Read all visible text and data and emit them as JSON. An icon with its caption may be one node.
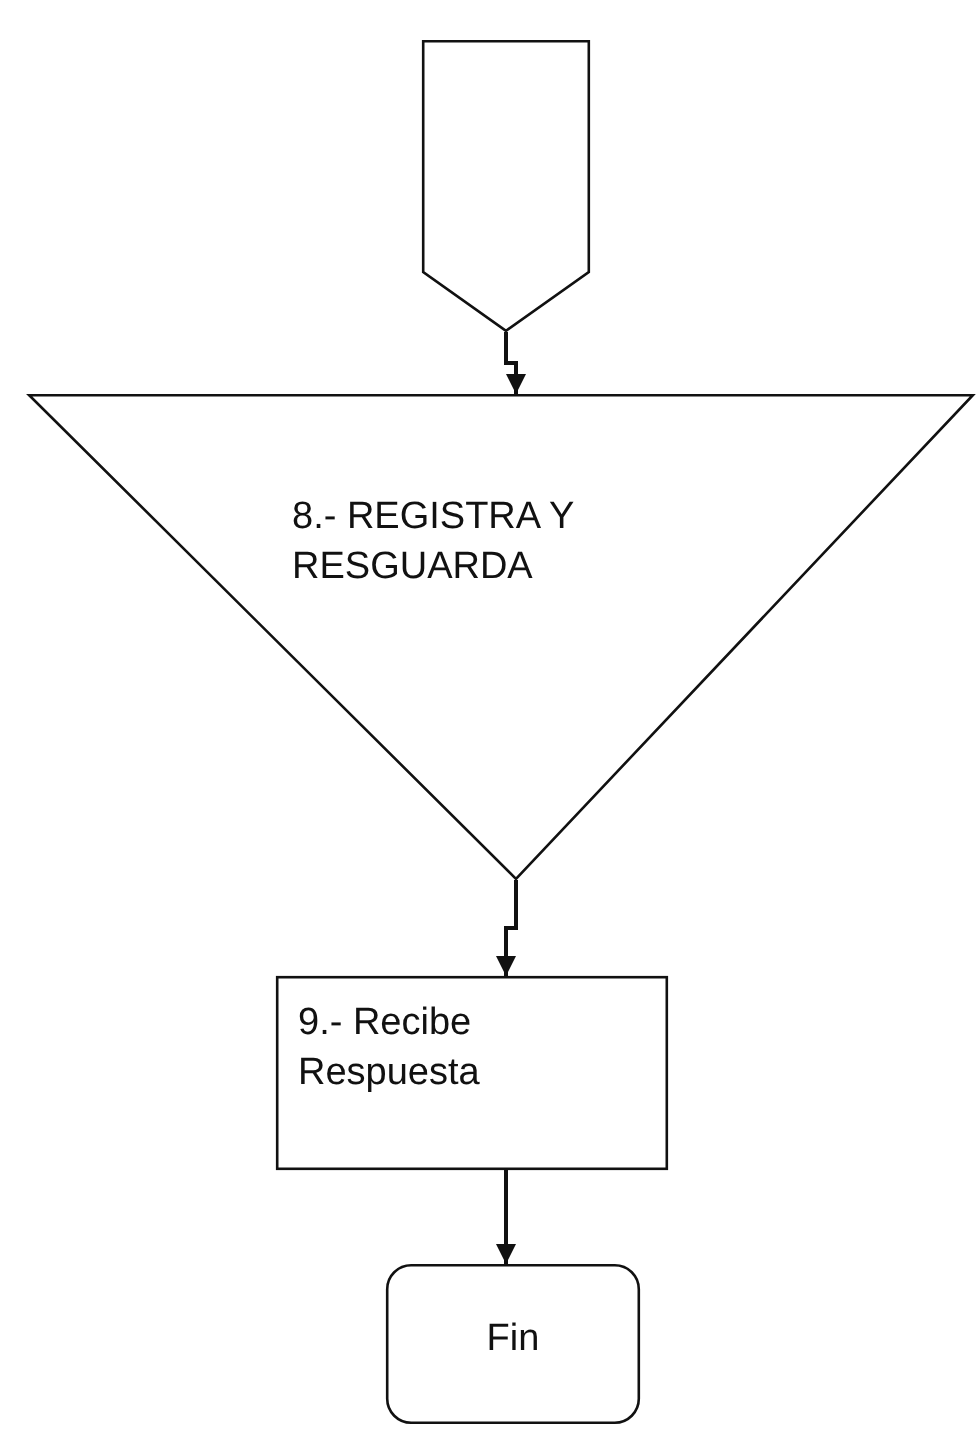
{
  "diagram": {
    "nodes": [
      {
        "text": [],
        "shape": "pentagon"
      },
      {
        "text": [
          "8.- REGISTRA Y RESGUARDA"
        ]
      },
      {
        "text": [
          "9.- Recibe Respuesta"
        ]
      },
      {
        "text": [
          "Fin"
        ]
      }
    ],
    "edges": [
      {
        "from": 0,
        "to": 1,
        "arrow": "to"
      },
      {
        "from": 1,
        "to": 2,
        "arrow": "to"
      },
      {
        "from": 2,
        "to": 3,
        "arrow": "to"
      }
    ]
  }
}
